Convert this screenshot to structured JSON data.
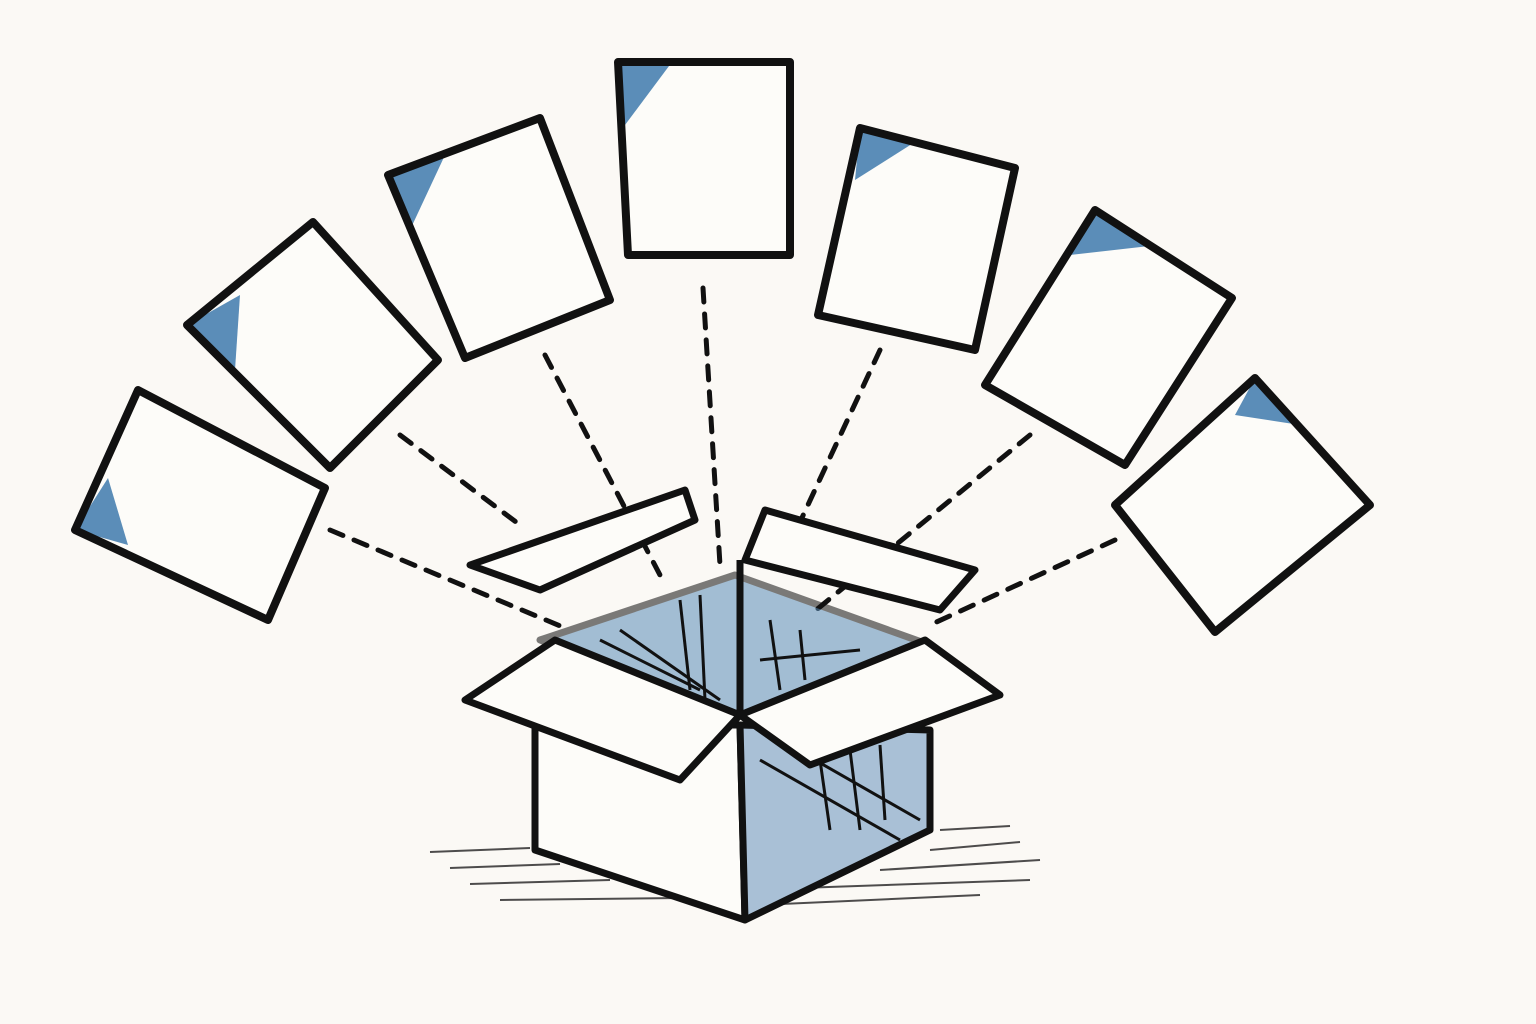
{
  "colors": {
    "background": "#fbf9f5",
    "ink": "#111111",
    "accent_blue": "#5b8db8",
    "paper": "#fdfcf9"
  },
  "cards": [
    {
      "id": "card-1",
      "blue_corner": "bottom-left"
    },
    {
      "id": "card-2",
      "blue_corner": "left"
    },
    {
      "id": "card-3",
      "blue_corner": "top-left"
    },
    {
      "id": "card-4",
      "blue_corner": "top-left"
    },
    {
      "id": "card-5",
      "blue_corner": "top-left"
    },
    {
      "id": "card-6",
      "blue_corner": "top"
    },
    {
      "id": "card-7",
      "blue_corner": "top"
    }
  ]
}
